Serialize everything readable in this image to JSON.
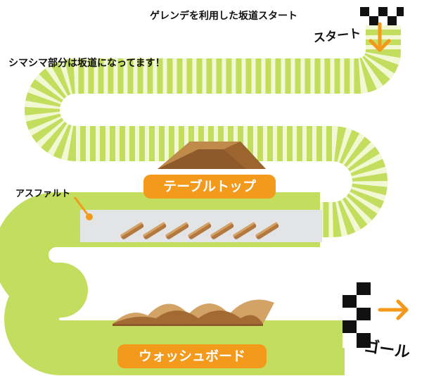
{
  "header": {
    "slope_start_note": "ゲレンデを利用した坂道スタート",
    "stripe_note": "シマシマ部分は坂道になってます！"
  },
  "labels": {
    "start": "スタート",
    "goal": "ゴール",
    "asphalt": "アスファルト",
    "table_top": "テーブルトップ",
    "washboard": "ウォッシュボード"
  },
  "colors": {
    "track_green": "#c3dd5e",
    "stripe_light": "#f2f7d4",
    "asphalt_gray": "#e3e4e6",
    "accent_orange": "#f39a1c",
    "dirt_brown": "#b3773f",
    "dirt_light": "#d3a265",
    "flag_black": "#111111"
  },
  "icons": {
    "start_flag": "checkered-flag-icon",
    "goal_flag": "checkered-flag-icon",
    "start_arrow": "arrow-down-icon",
    "goal_arrow": "arrow-right-icon"
  }
}
